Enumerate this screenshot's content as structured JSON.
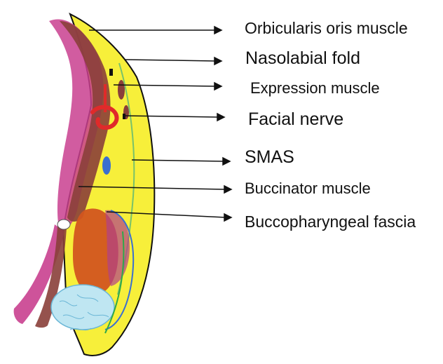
{
  "labels": {
    "orbicularis_oris": "Orbicularis oris muscle",
    "nasolabial_fold": "Nasolabial fold",
    "expression_muscle": "Expression muscle",
    "facial_nerve": "Facial nerve",
    "smas": "SMAS",
    "buccinator": "Buccinator muscle",
    "buccopharyngeal_fascia": "Buccopharyngeal fascia"
  },
  "colors": {
    "fat_yellow": "#f7ef3a",
    "muscle_brown": "#8a3f3a",
    "mucosa_magenta": "#c9408f",
    "nerve_red": "#e02a2a",
    "gland_orange": "#d2551f",
    "buccal_fat_blue": "#bfe6f2",
    "vessel_blue": "#3a6fd0",
    "smas_green": "#78c26a",
    "leader_line": "#111111"
  }
}
